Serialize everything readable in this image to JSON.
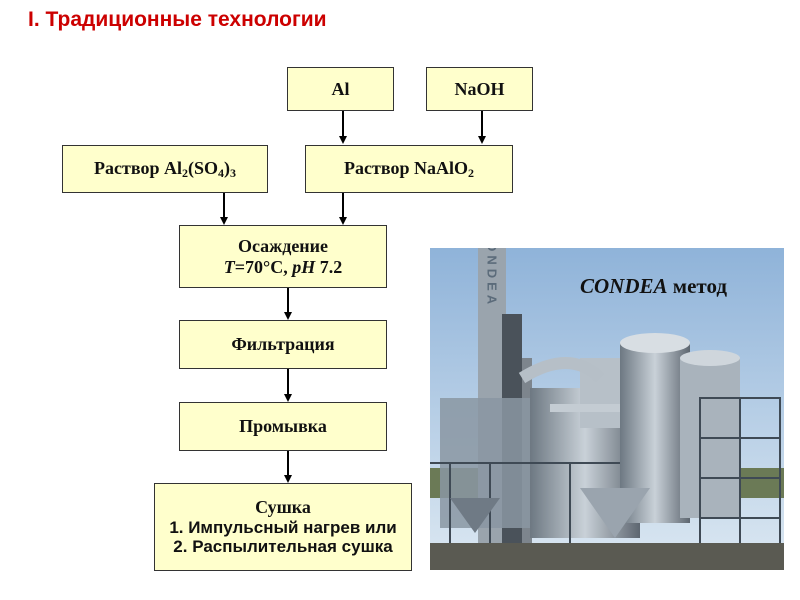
{
  "title": "I. Традиционные технологии",
  "boxes": {
    "al": "Al",
    "naoh": "NaOH",
    "al2so4": {
      "prefix": "Раствор Al",
      "s1": "2",
      "mid1": "(SO",
      "s2": "4",
      "mid2": ")",
      "s3": "3"
    },
    "naalo2": {
      "prefix": "Раствор NaAlO",
      "s1": "2"
    },
    "precipitation": {
      "line1": "Осаждение",
      "t": "T",
      "temp": "=70°C, ",
      "ph": "pH",
      "ph_val": " 7.2"
    },
    "filtration": "Фильтрация",
    "washing": "Промывка",
    "drying": {
      "line1": "Сушка",
      "line2": "1. Импульсный нагрев или",
      "line3": "2. Распылительная сушка"
    }
  },
  "photo": {
    "caption_italic": "CONDEA",
    "caption_rest": " метод",
    "tower_text": "CONDEA"
  },
  "colors": {
    "title": "#cc0000",
    "box_fill": "#ffffcc"
  }
}
